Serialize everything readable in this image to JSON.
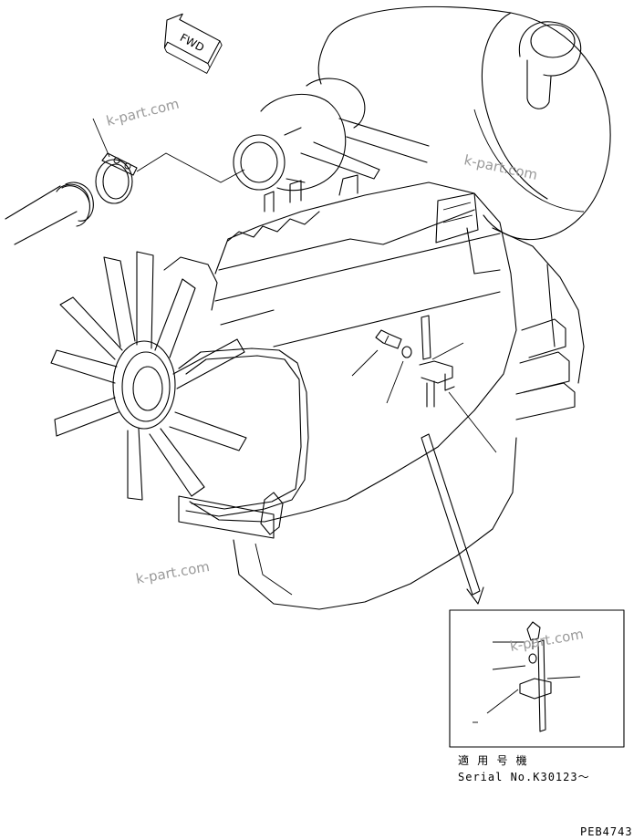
{
  "diagram": {
    "direction_label": "FWD",
    "watermark": "k-part.com",
    "inset": {
      "caption_line1": "適 用 号 機",
      "caption_line2": "Serial No.K30123～"
    },
    "figure_code": "PEB4743"
  }
}
